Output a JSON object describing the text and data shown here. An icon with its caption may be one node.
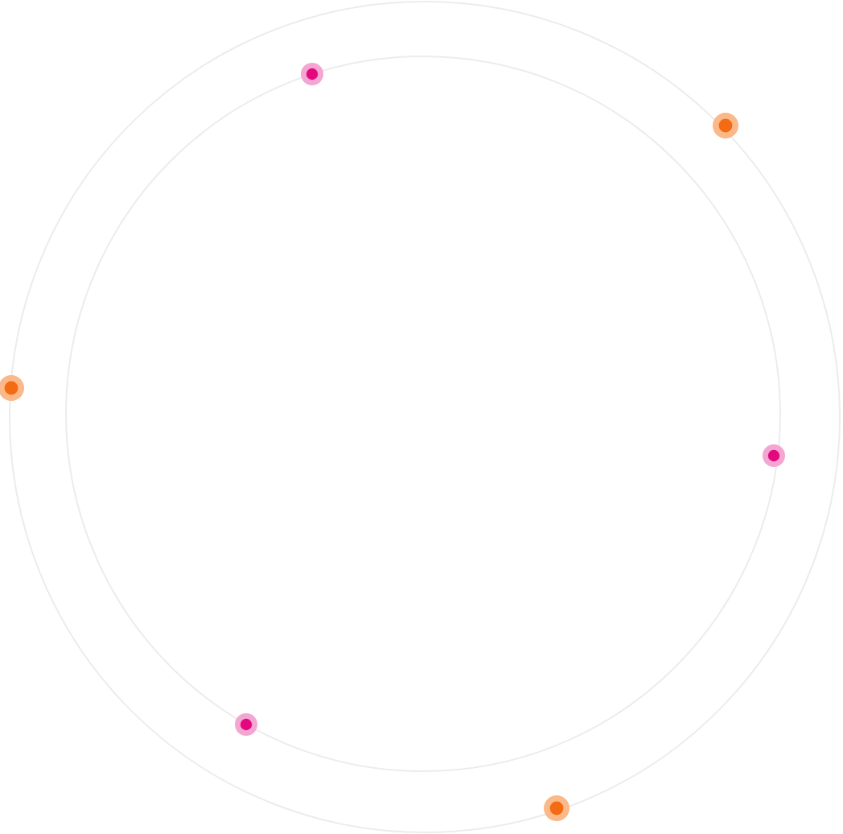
{
  "diagram": {
    "nodes": [
      {
        "text": [],
        "shape": "circle"
      },
      {
        "text": [],
        "shape": "circle",
        "in": 0
      },
      {
        "text": [],
        "shape": "circle",
        "in": 0
      },
      {
        "text": [],
        "shape": "circle"
      },
      {
        "text": [],
        "shape": "circle"
      },
      {
        "text": [],
        "shape": "circle",
        "in": 0
      },
      {
        "text": [],
        "shape": "circle",
        "in": 0
      },
      {
        "text": [],
        "shape": "circle",
        "in": 0
      }
    ]
  }
}
